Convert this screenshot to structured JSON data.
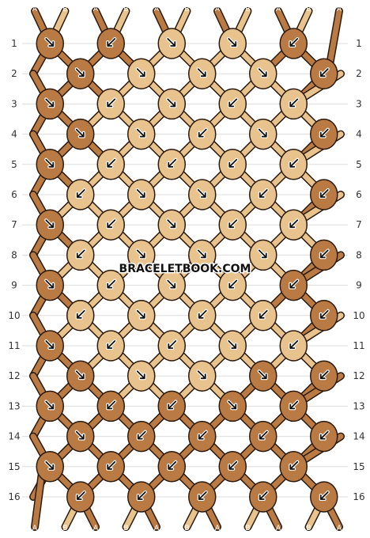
{
  "watermark": "BRACELETBOOK.COM",
  "colors": {
    "A": "#b97a44",
    "B": "#e8c38e",
    "outline": "#2b1a0d",
    "gridline": "#dddddd",
    "background": "#ffffff"
  },
  "top_strands": [
    "A",
    "B",
    "A",
    "B",
    "A",
    "B",
    "A",
    "B",
    "A",
    "B",
    "A"
  ],
  "bottom_strands": [
    "A",
    "B",
    "A",
    "B",
    "A",
    "B",
    "A",
    "B",
    "A",
    "B",
    "A"
  ],
  "row_labels": [
    "1",
    "2",
    "3",
    "4",
    "5",
    "6",
    "7",
    "8",
    "9",
    "10",
    "11",
    "12",
    "13",
    "14",
    "15",
    "16"
  ],
  "knot_rows": [
    {
      "colors": [
        "A",
        "A",
        "B",
        "B",
        "A"
      ],
      "arrows": [
        "br",
        "bl",
        "br",
        "br",
        "bl"
      ]
    },
    {
      "colors": [
        "A",
        "B",
        "B",
        "B",
        "A"
      ],
      "arrows": [
        "br",
        "br",
        "br",
        "br",
        "bl"
      ]
    },
    {
      "colors": [
        "A",
        "B",
        "B",
        "B",
        "B"
      ],
      "arrows": [
        "br",
        "bl",
        "br",
        "bl",
        "bl"
      ]
    },
    {
      "colors": [
        "A",
        "B",
        "B",
        "B",
        "A"
      ],
      "arrows": [
        "br",
        "br",
        "bl",
        "br",
        "bl"
      ]
    },
    {
      "colors": [
        "A",
        "B",
        "B",
        "B",
        "B"
      ],
      "arrows": [
        "br",
        "bl",
        "bl",
        "bl",
        "bl"
      ]
    },
    {
      "colors": [
        "B",
        "B",
        "B",
        "B",
        "A"
      ],
      "arrows": [
        "bl",
        "br",
        "br",
        "bl",
        "bl"
      ]
    },
    {
      "colors": [
        "A",
        "B",
        "B",
        "B",
        "B"
      ],
      "arrows": [
        "br",
        "bl",
        "br",
        "bl",
        "bl"
      ]
    },
    {
      "colors": [
        "B",
        "B",
        "B",
        "B",
        "A"
      ],
      "arrows": [
        "bl",
        "br",
        "br",
        "br",
        "bl"
      ]
    },
    {
      "colors": [
        "A",
        "B",
        "B",
        "B",
        "A"
      ],
      "arrows": [
        "br",
        "bl",
        "br",
        "bl",
        "bl"
      ]
    },
    {
      "colors": [
        "B",
        "B",
        "B",
        "B",
        "A"
      ],
      "arrows": [
        "bl",
        "br",
        "bl",
        "bl",
        "bl"
      ]
    },
    {
      "colors": [
        "A",
        "B",
        "B",
        "B",
        "B"
      ],
      "arrows": [
        "br",
        "bl",
        "bl",
        "br",
        "bl"
      ]
    },
    {
      "colors": [
        "A",
        "B",
        "B",
        "A",
        "A"
      ],
      "arrows": [
        "br",
        "br",
        "br",
        "br",
        "bl"
      ]
    },
    {
      "colors": [
        "A",
        "A",
        "A",
        "A",
        "A"
      ],
      "arrows": [
        "br",
        "bl",
        "bl",
        "br",
        "bl"
      ]
    },
    {
      "colors": [
        "A",
        "A",
        "A",
        "A",
        "A"
      ],
      "arrows": [
        "br",
        "bl",
        "bl",
        "bl",
        "bl"
      ]
    },
    {
      "colors": [
        "A",
        "A",
        "A",
        "A",
        "A"
      ],
      "arrows": [
        "br",
        "bl",
        "bl",
        "bl",
        "bl"
      ]
    },
    {
      "colors": [
        "A",
        "A",
        "A",
        "A",
        "A"
      ],
      "arrows": [
        "bl",
        "bl",
        "bl",
        "bl",
        "bl"
      ]
    }
  ]
}
